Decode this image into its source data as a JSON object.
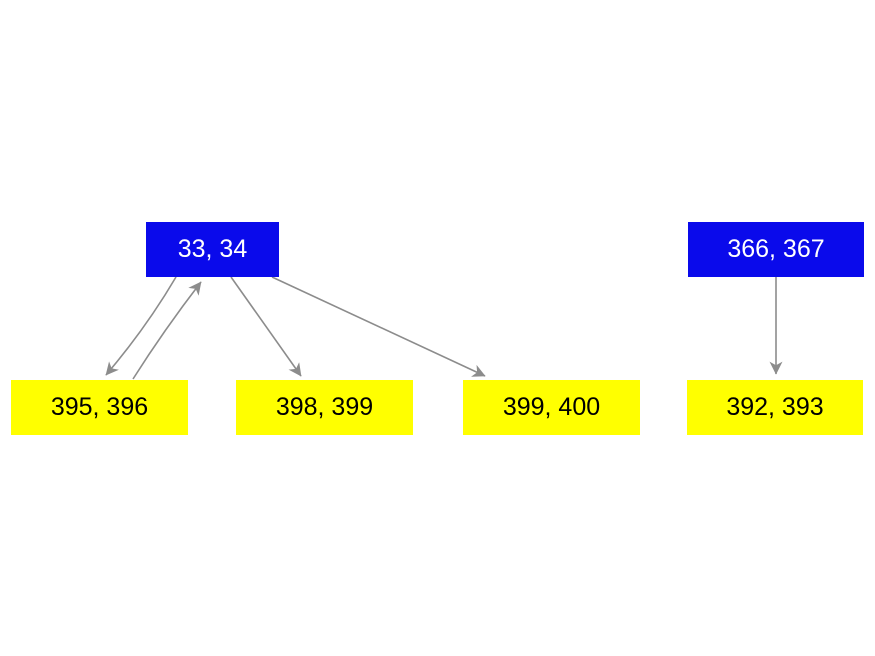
{
  "diagram": {
    "type": "graph",
    "background": "#ffffff",
    "colors": {
      "parent_fill": "#0a0aeb",
      "parent_text": "#ffffff",
      "leaf_fill": "#ffff00",
      "leaf_text": "#000000",
      "edge": "#8c8c8c"
    },
    "nodes": [
      {
        "id": "33-34",
        "label": "33, 34",
        "type": "parent"
      },
      {
        "id": "366-367",
        "label": "366, 367",
        "type": "parent"
      },
      {
        "id": "395-396",
        "label": "395, 396",
        "type": "leaf"
      },
      {
        "id": "398-399",
        "label": "398, 399",
        "type": "leaf"
      },
      {
        "id": "399-400",
        "label": "399, 400",
        "type": "leaf"
      },
      {
        "id": "392-393",
        "label": "392, 393",
        "type": "leaf"
      }
    ],
    "edges": [
      {
        "from": "33, 34",
        "to": "395, 396",
        "direction": "down"
      },
      {
        "from": "395, 396",
        "to": "33, 34",
        "direction": "up"
      },
      {
        "from": "33, 34",
        "to": "398, 399",
        "direction": "down"
      },
      {
        "from": "33, 34",
        "to": "399, 400",
        "direction": "down"
      },
      {
        "from": "366, 367",
        "to": "392, 393",
        "direction": "down"
      }
    ]
  }
}
